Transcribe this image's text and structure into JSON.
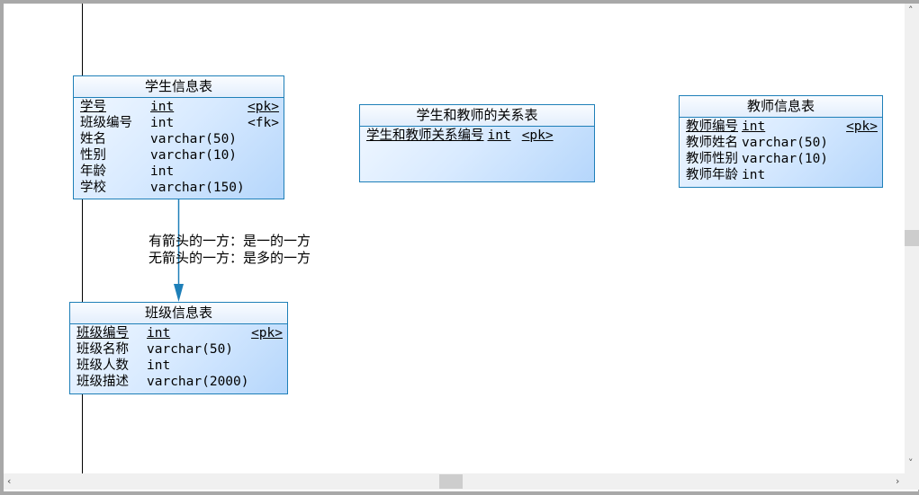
{
  "tables": [
    {
      "title": "学生信息表",
      "columns": [
        {
          "name": "学号",
          "type": "int",
          "key": "<pk>"
        },
        {
          "name": "班级编号",
          "type": "int",
          "key": "<fk>"
        },
        {
          "name": "姓名",
          "type": "varchar(50)",
          "key": ""
        },
        {
          "name": "性别",
          "type": "varchar(10)",
          "key": ""
        },
        {
          "name": "年龄",
          "type": "int",
          "key": ""
        },
        {
          "name": "学校",
          "type": "varchar(150)",
          "key": ""
        }
      ]
    },
    {
      "title": "学生和教师的关系表",
      "columns": [
        {
          "name": "学生和教师关系编号",
          "type": "int",
          "key": "<pk>"
        }
      ]
    },
    {
      "title": "教师信息表",
      "columns": [
        {
          "name": "教师编号",
          "type": "int",
          "key": "<pk>"
        },
        {
          "name": "教师姓名",
          "type": "varchar(50)",
          "key": ""
        },
        {
          "name": "教师性别",
          "type": "varchar(10)",
          "key": ""
        },
        {
          "name": "教师年龄",
          "type": "int",
          "key": ""
        }
      ]
    },
    {
      "title": "班级信息表",
      "columns": [
        {
          "name": "班级编号",
          "type": "int",
          "key": "<pk>"
        },
        {
          "name": "班级名称",
          "type": "varchar(50)",
          "key": ""
        },
        {
          "name": "班级人数",
          "type": "int",
          "key": ""
        },
        {
          "name": "班级描述",
          "type": "varchar(2000)",
          "key": ""
        }
      ]
    }
  ],
  "notes": [
    "有箭头的一方：是一的一方",
    "无箭头的一方：是多的一方"
  ],
  "colors": {
    "border": "#1e7fb8",
    "arrow": "#1e7fb8"
  }
}
